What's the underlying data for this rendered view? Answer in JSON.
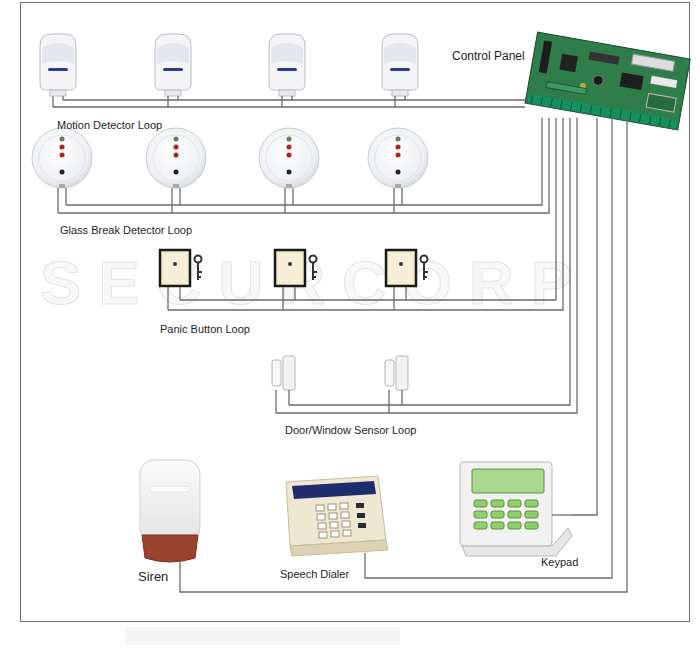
{
  "diagram": {
    "nodes": [
      {
        "text": [
          "Control Panel"
        ]
      },
      {
        "text": [
          "Motion Detector Loop"
        ]
      },
      {
        "text": [
          "Glass Break Detector Loop"
        ]
      },
      {
        "text": [
          "Panic Button Loop"
        ]
      },
      {
        "text": [
          "Door/Window Sensor Loop"
        ]
      },
      {
        "text": [
          "Siren"
        ]
      },
      {
        "text": [
          "Speech Dialer"
        ]
      },
      {
        "text": [
          "Keypad"
        ]
      }
    ],
    "edges": [
      {
        "from": 0,
        "to": 1,
        "arrow": "none"
      },
      {
        "from": 0,
        "to": 2,
        "arrow": "none"
      },
      {
        "from": 0,
        "to": 3,
        "arrow": "none"
      },
      {
        "from": 0,
        "to": 4,
        "arrow": "none"
      },
      {
        "from": 0,
        "to": 5,
        "arrow": "none"
      },
      {
        "from": 0,
        "to": 6,
        "arrow": "none"
      },
      {
        "from": 0,
        "to": 7,
        "arrow": "none"
      }
    ],
    "labels": [
      "SECURCORP"
    ]
  }
}
